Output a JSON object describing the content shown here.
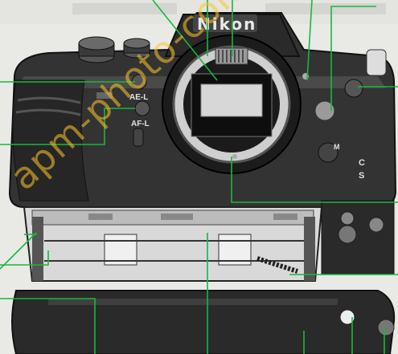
{
  "camera": {
    "brand": "Nikon",
    "ae_lock_label": "AE-L",
    "af_lock_label": "AF-L",
    "focus_mode_c": "C",
    "focus_mode_s": "S",
    "focus_mode_m": "M"
  },
  "watermark": "apm-photo-com.com",
  "colors": {
    "background": "#e9e9e6",
    "body_dark": "#2b2b2b",
    "body_mid": "#3d3d3d",
    "metal": "#bdbdbd",
    "leader_green": "#18b83c",
    "watermark": "#ffc428"
  }
}
